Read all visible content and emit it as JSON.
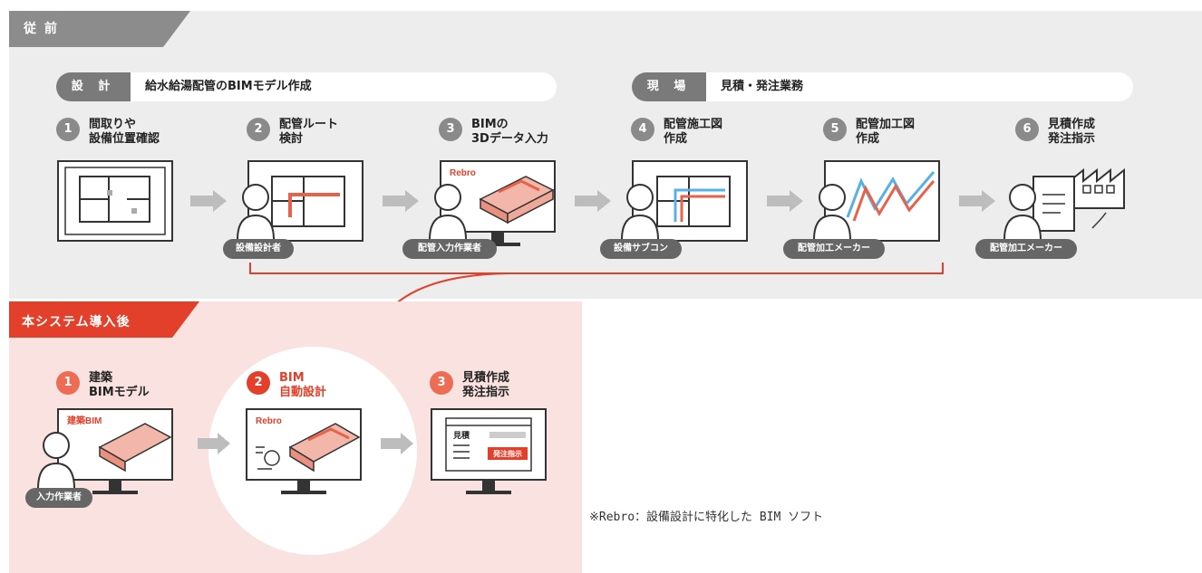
{
  "colors": {
    "accent": "#e2402a",
    "accent_light": "#ec6c54",
    "gray_panel": "#ededed",
    "pink_panel": "#f9e2e0",
    "pipe_blue": "#57b0e6",
    "pipe_red": "#e8614a"
  },
  "before": {
    "tab_label": "従 前",
    "design": {
      "head": "設 計",
      "text": "給水給湯配管のBIMモデル作成"
    },
    "site": {
      "head": "現 場",
      "text": "見積・発注業務"
    },
    "steps": [
      {
        "num": "1",
        "label": "間取りや\n設備位置確認",
        "icon": "floor-plan-icon",
        "role": ""
      },
      {
        "num": "2",
        "label": "配管ルート\n検討",
        "icon": "pipe-route-icon",
        "role": "設備設計者"
      },
      {
        "num": "3",
        "label": "BIMの\n3Dデータ入力",
        "icon": "bim-input-icon",
        "role": "配管入力作業者",
        "screen_brand": "Rebro"
      },
      {
        "num": "4",
        "label": "配管施工図\n作成",
        "icon": "construction-drawing-icon",
        "role": "設備サブコン"
      },
      {
        "num": "5",
        "label": "配管加工図\n作成",
        "icon": "fabrication-drawing-icon",
        "role": "配管加工メーカー"
      },
      {
        "num": "6",
        "label": "見積作成\n発注指示",
        "icon": "factory-order-icon",
        "role": "配管加工メーカー"
      }
    ]
  },
  "after": {
    "tab_label": "本システム導入後",
    "steps": [
      {
        "num": "1",
        "label": "建築\nBIMモデル",
        "icon": "architecture-bim-icon",
        "role": "入力作業者",
        "screen_brand": "建築BIM"
      },
      {
        "num": "2",
        "label": "BIM\n自動設計",
        "icon": "auto-design-icon",
        "screen_brand": "Rebro"
      },
      {
        "num": "3",
        "label": "見積作成\n発注指示",
        "icon": "estimate-order-icon",
        "form_label": "見積",
        "form_button": "発注指示"
      }
    ]
  },
  "note": "※Rebro：設備設計に特化した BIM ソフト"
}
